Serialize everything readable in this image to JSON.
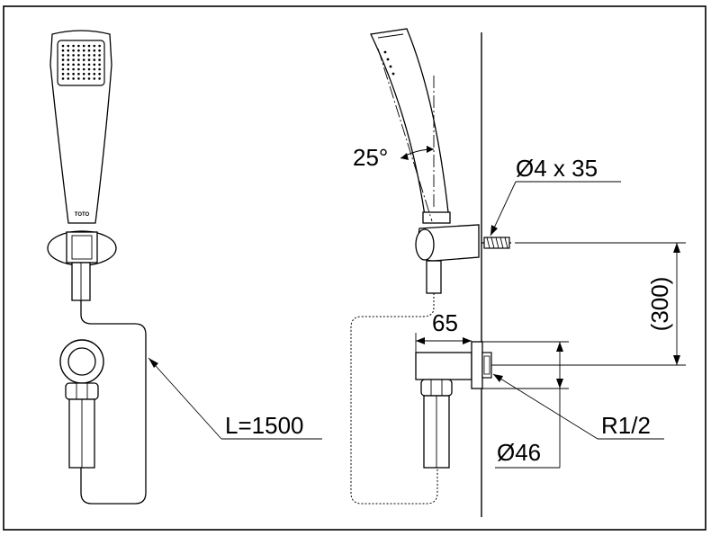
{
  "dimensions": {
    "angle": "25°",
    "screw": "Ø4 x 35",
    "height": "(300)",
    "depth": "65",
    "hose_length": "L=1500",
    "thread": "R1/2",
    "diameter": "Ø46"
  },
  "brand_mark": "TOTO"
}
